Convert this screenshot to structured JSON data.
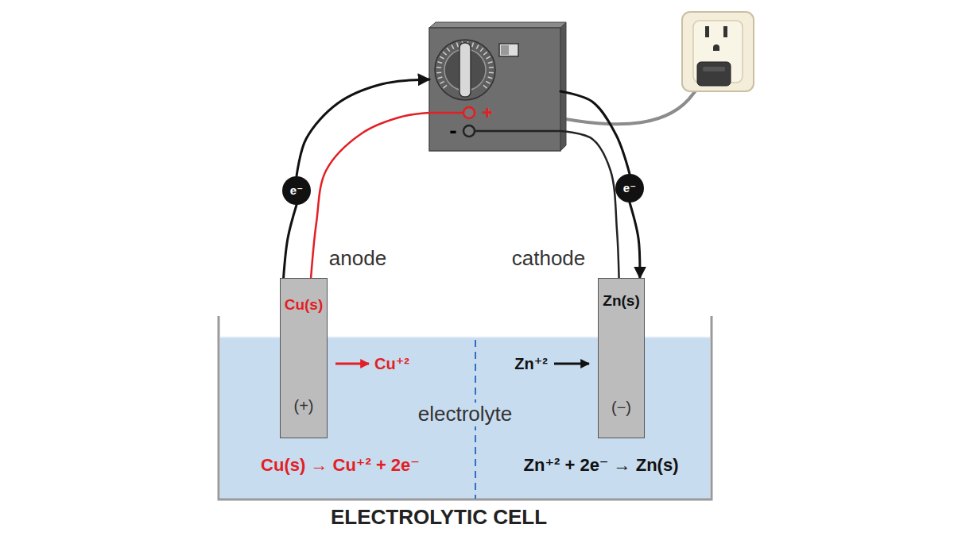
{
  "diagram": {
    "caption": "ELECTROLYTIC CELL",
    "nodes": [
      {
        "text": [
          "+",
          "-"
        ]
      },
      {
        "text": [
          "e⁻"
        ]
      },
      {
        "text": [
          "e⁻"
        ]
      },
      {
        "text": [
          "Cu(s)",
          "(+)"
        ]
      },
      {
        "text": [
          "Zn(s)",
          "(−)"
        ]
      }
    ],
    "edges": [
      {
        "from": 3,
        "to": 0,
        "arrow": "none"
      },
      {
        "from": 0,
        "to": 4,
        "arrow": "none"
      },
      {
        "from": 3,
        "to": 1,
        "arrow": "none"
      },
      {
        "from": 1,
        "to": 0,
        "arrow": "to"
      },
      {
        "from": 0,
        "to": 2,
        "arrow": "none"
      },
      {
        "from": 2,
        "to": 4,
        "arrow": "to"
      }
    ],
    "labels": [
      "anode",
      "cathode",
      "Cu⁺²",
      "Zn⁺²",
      "electrolyte",
      "Cu(s) → Cu⁺² + 2e⁻",
      "Zn⁺² + 2e⁻ → Zn(s)"
    ]
  }
}
